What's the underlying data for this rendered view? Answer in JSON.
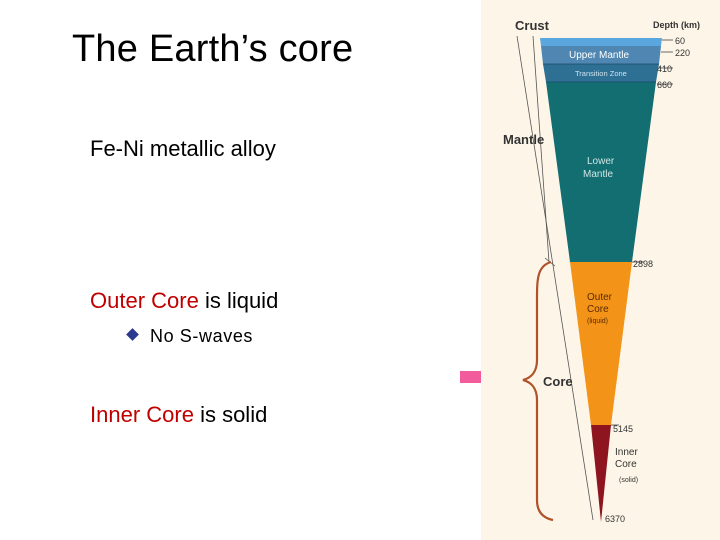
{
  "title": "The Earth’s core",
  "body": {
    "line1": "Fe-Ni metallic alloy",
    "outer_core_term": "Outer Core",
    "outer_core_rest": " is liquid",
    "bullet": "No S-waves",
    "inner_core_term": "Inner Core",
    "inner_core_rest": " is solid"
  },
  "diagram": {
    "crust": "Crust",
    "depth_header": "Depth (km)",
    "mantle": "Mantle",
    "upper_mantle": "Upper Mantle",
    "transition_zone": "Transition Zone",
    "lower_mantle_1": "Lower",
    "lower_mantle_2": "Mantle",
    "outer_core_1": "Outer",
    "outer_core_2": "Core",
    "liquid": "(liquid)",
    "core": "Core",
    "inner_core_1": "Inner",
    "inner_core_2": "Core",
    "solid": "(solid)",
    "depths": {
      "d60": "60",
      "d220": "220",
      "d410": "410",
      "d660": "660",
      "d2898": "2898",
      "d5145": "5145",
      "d6370": "6370"
    },
    "colors": {
      "panel": "#fdf6e8",
      "crust": "#5aa6de",
      "upper_mantle": "#4f87b2",
      "transition_zone": "#2e6f94",
      "lower_mantle": "#136e72",
      "outer_core": "#f39418",
      "inner_core": "#8e1420",
      "arrow": "#f25c9c",
      "brace": "#b0522a"
    }
  }
}
